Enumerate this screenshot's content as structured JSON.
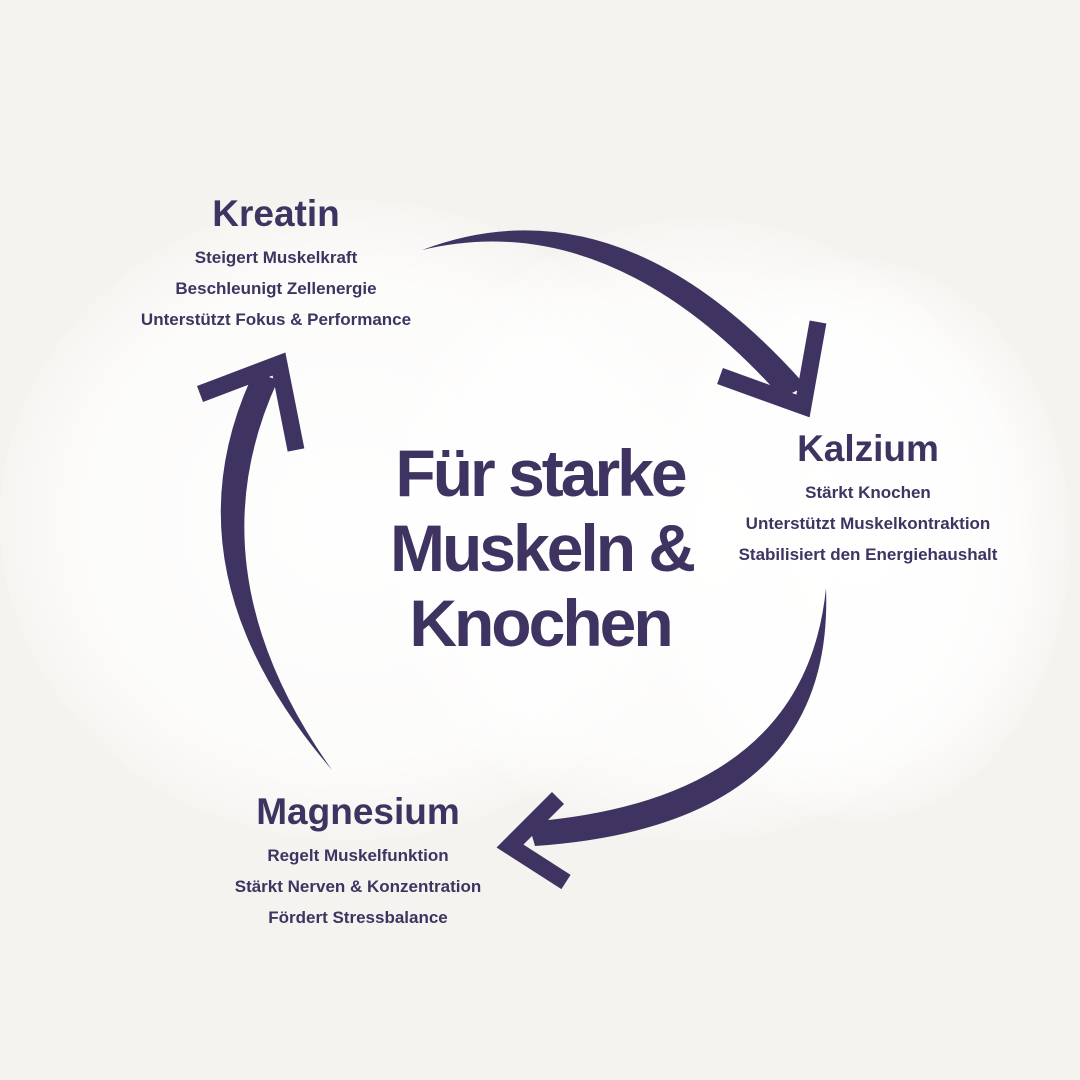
{
  "colors": {
    "accent": "#3f3461",
    "background": "#f5f3ef"
  },
  "title": {
    "lines": [
      "Für starke",
      "Muskeln &",
      "Knochen"
    ]
  },
  "nodes": [
    {
      "name": "Kreatin",
      "benefits": [
        "Steigert Muskelkraft",
        "Beschleunigt Zellenergie",
        "Unterstützt Fokus & Performance"
      ]
    },
    {
      "name": "Kalzium",
      "benefits": [
        "Stärkt Knochen",
        "Unterstützt Muskelkontraktion",
        "Stabilisiert den Energiehaushalt"
      ]
    },
    {
      "name": "Magnesium",
      "benefits": [
        "Regelt Muskelfunktion",
        "Stärkt Nerven & Konzentration",
        "Fördert Stressbalance"
      ]
    }
  ]
}
